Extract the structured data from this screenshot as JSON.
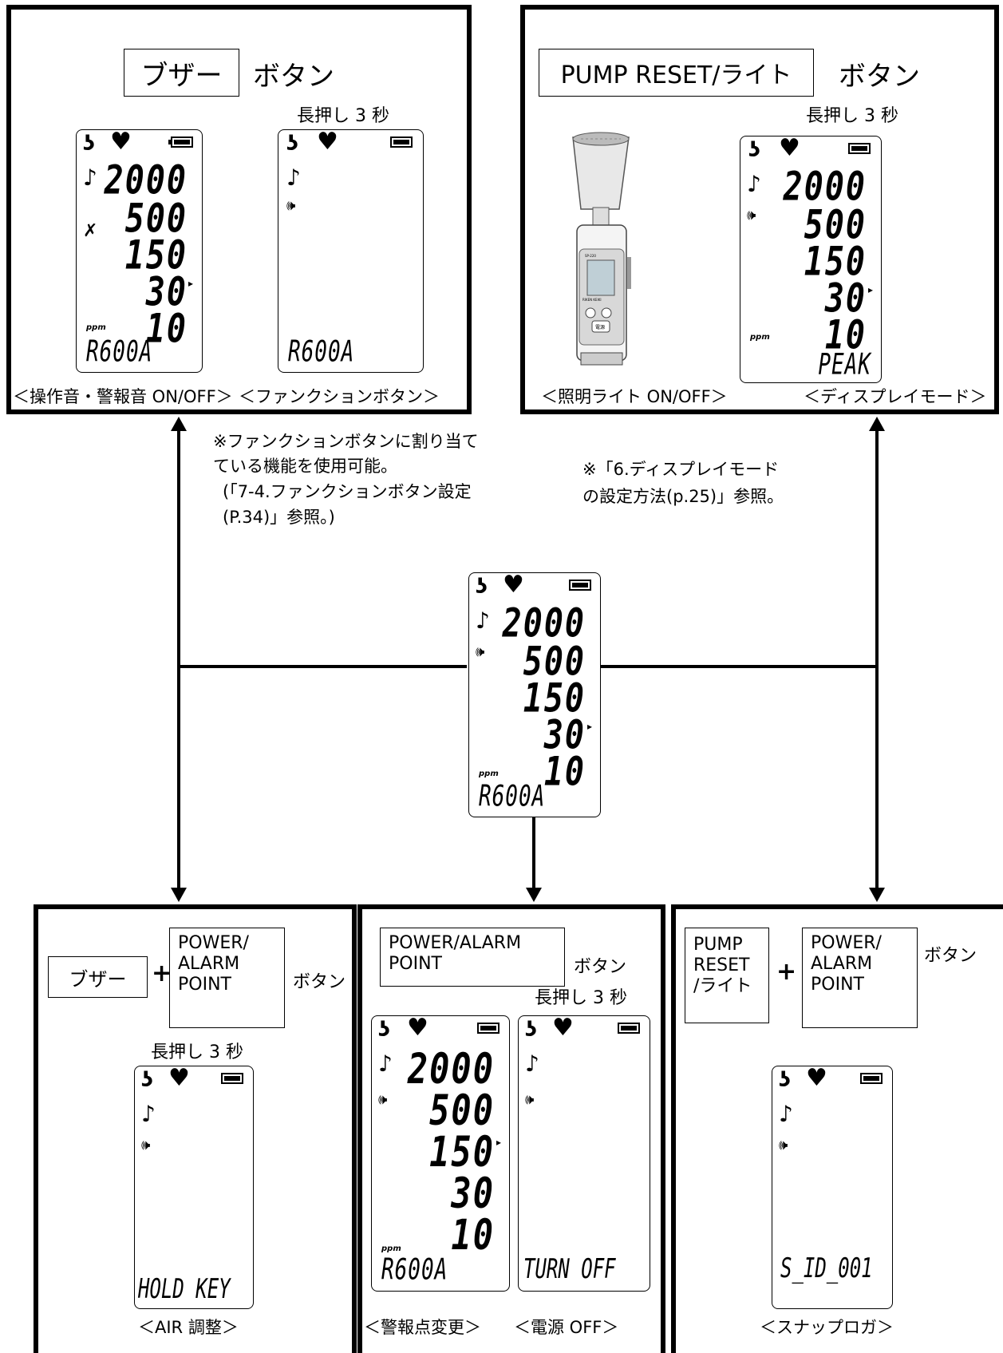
{
  "top_left": {
    "button": "ブザー",
    "suffix": "ボタン",
    "long_press": "長押し 3 秒",
    "caption_left": "＜操作音・警報音 ON/OFF＞",
    "caption_right": "＜ファンクションボタン＞"
  },
  "top_right": {
    "button": "PUMP RESET/ライト",
    "suffix": "ボタン",
    "long_press": "長押し 3 秒",
    "caption_left": "＜照明ライト ON/OFF＞",
    "caption_right": "＜ディスプレイモード＞"
  },
  "notes": {
    "left_1": "※ファンクションボタンに割り当て",
    "left_2": "ている機能を使用可能。",
    "left_3": "(「7-4.ファンクションボタン設定",
    "left_4": "(P.34)」参照。)",
    "right_1": "※「6.ディスプレイモード",
    "right_2": "の設定方法(p.25)」参照。"
  },
  "bottom_left": {
    "button_a": "ブザー",
    "plus": "+",
    "button_b": "POWER/\nALARM\nPOINT",
    "suffix": "ボタン",
    "long_press": "長押し 3 秒",
    "caption": "＜AIR 調整＞"
  },
  "bottom_middle": {
    "button": "POWER/ALARM\nPOINT",
    "suffix": "ボタン",
    "long_press": "長押し 3 秒",
    "caption_left": "＜警報点変更＞",
    "caption_right": "＜電源 OFF＞"
  },
  "bottom_right": {
    "button_a": "PUMP\nRESET\n/ライト",
    "plus": "+",
    "button_b": "POWER/\nALARM\nPOINT",
    "suffix": "ボタン",
    "caption": "＜スナップロガ＞"
  },
  "lcd": {
    "values": [
      "2000",
      "500",
      "150",
      "30",
      "10"
    ],
    "unit": "ppm",
    "gas": "R600A",
    "peak": "PEAK",
    "hold_key": "HOLD KEY",
    "turn_off": "TURN OFF",
    "snap_id": "S_ID_001"
  },
  "device": {
    "model": "SP-220",
    "brand": "RIKEN KEIKI",
    "power_label": "電源"
  }
}
